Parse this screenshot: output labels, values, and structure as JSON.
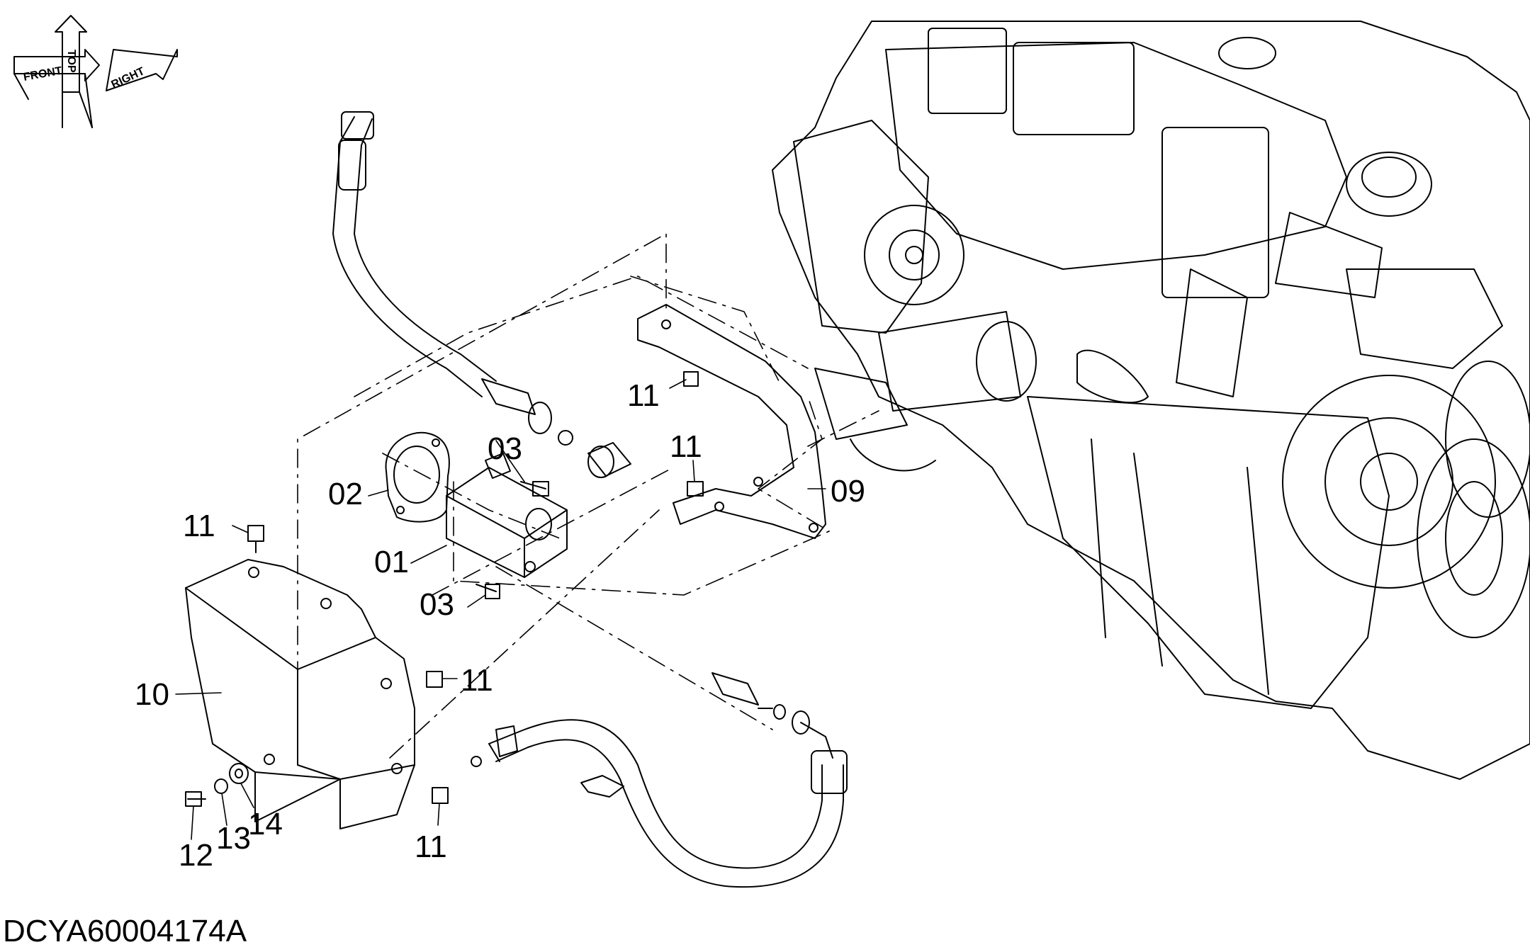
{
  "orientation": {
    "front": "FRONT",
    "top": "TOP",
    "right": "RIGHT"
  },
  "callouts": {
    "c01": "01",
    "c02": "02",
    "c03a": "03",
    "c03b": "03",
    "c09": "09",
    "c10": "10",
    "c11a": "11",
    "c11b": "11",
    "c11c": "11",
    "c11d": "11",
    "c11e": "11",
    "c12": "12",
    "c13": "13",
    "c14": "14"
  },
  "document_code": "DCYA60004174A"
}
